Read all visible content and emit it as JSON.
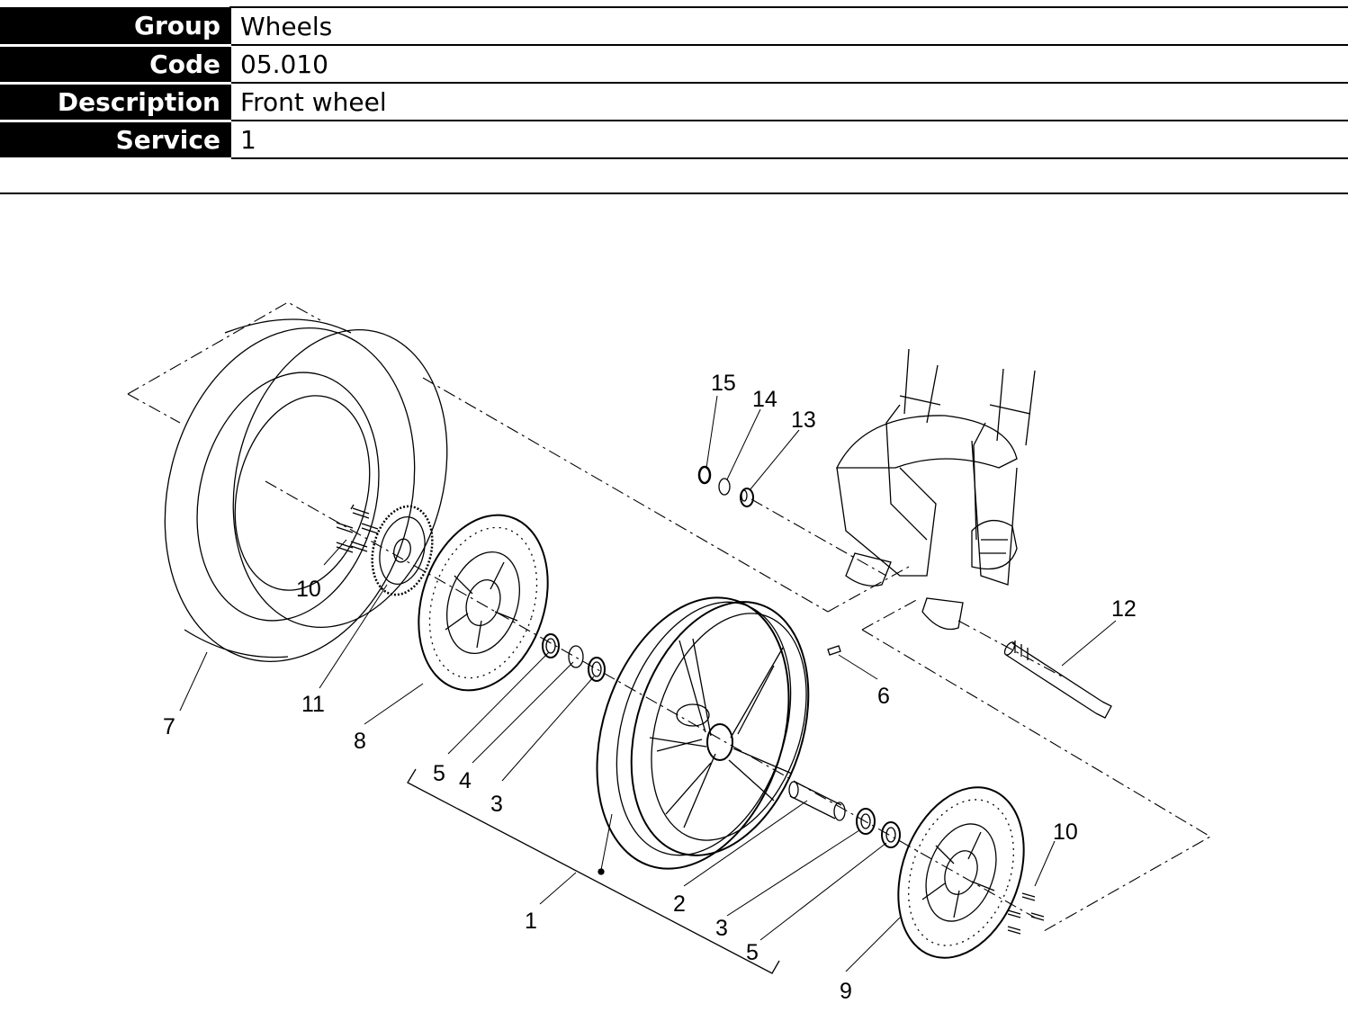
{
  "info": {
    "rows": [
      {
        "label": "Group",
        "value": "Wheels"
      },
      {
        "label": "Code",
        "value": "05.010"
      },
      {
        "label": "Description",
        "value": "Front wheel"
      },
      {
        "label": "Service",
        "value": "1"
      }
    ]
  },
  "diagram": {
    "callouts": [
      "1",
      "2",
      "3",
      "3",
      "4",
      "5",
      "5",
      "6",
      "7",
      "8",
      "9",
      "10",
      "10",
      "11",
      "12",
      "13",
      "14",
      "15"
    ]
  }
}
